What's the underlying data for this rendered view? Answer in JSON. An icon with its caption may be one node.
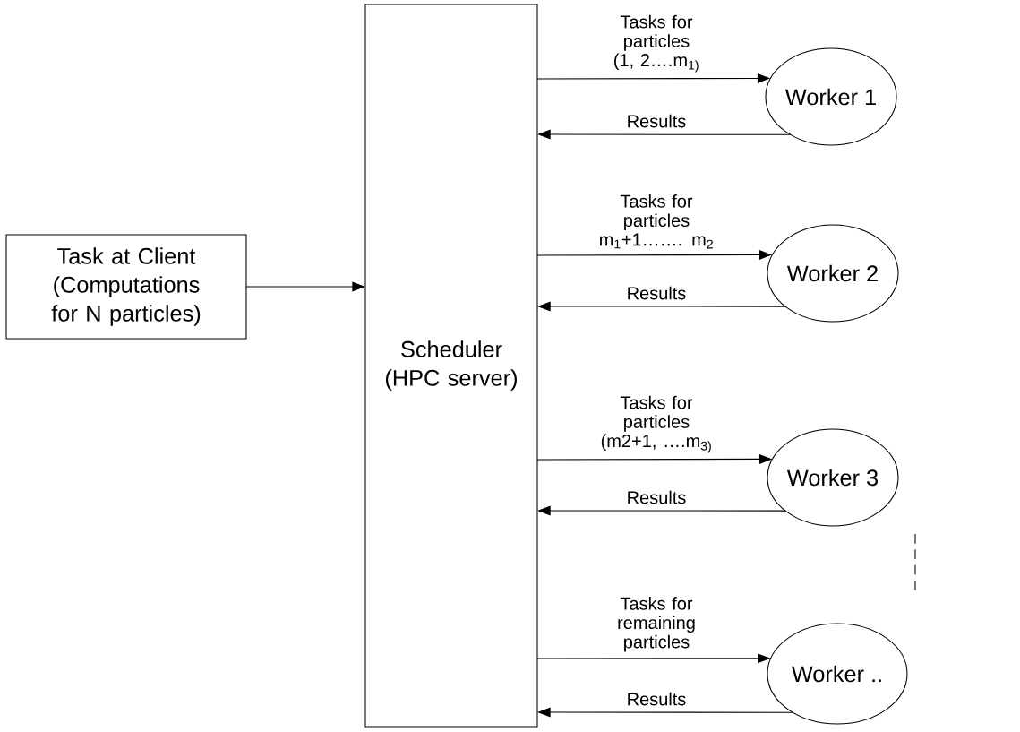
{
  "diagram": {
    "nodes": [
      {
        "text": [
          "Task at Client (Computations for N particles)"
        ]
      },
      {
        "text": [
          "Scheduler (HPC server)"
        ]
      },
      {
        "text": [
          "Worker 1"
        ]
      },
      {
        "text": [
          "Worker 2"
        ]
      },
      {
        "text": [
          "Worker 3"
        ]
      },
      {
        "text": [
          "Worker .."
        ]
      }
    ],
    "edges": [
      {
        "from": 0,
        "to": 1,
        "arrow": "to"
      },
      {
        "from": 1,
        "to": 2,
        "arrow": "to",
        "label": "Tasks for particles (1, 2….m$_{1)}$"
      },
      {
        "from": 2,
        "to": 1,
        "arrow": "to",
        "label": "Results"
      },
      {
        "from": 1,
        "to": 3,
        "arrow": "to",
        "label": "Tasks for particles m$_{1}$+1……. m$_{2}$"
      },
      {
        "from": 3,
        "to": 1,
        "arrow": "to",
        "label": "Results"
      },
      {
        "from": 1,
        "to": 4,
        "arrow": "to",
        "label": "Tasks for particles (m2+1, ….m$_{3)}$"
      },
      {
        "from": 4,
        "to": 1,
        "arrow": "to",
        "label": "Results"
      },
      {
        "from": 1,
        "to": 5,
        "arrow": "to",
        "label": "Tasks for remaining particles"
      },
      {
        "from": 5,
        "to": 1,
        "arrow": "to",
        "label": "Results"
      }
    ]
  }
}
